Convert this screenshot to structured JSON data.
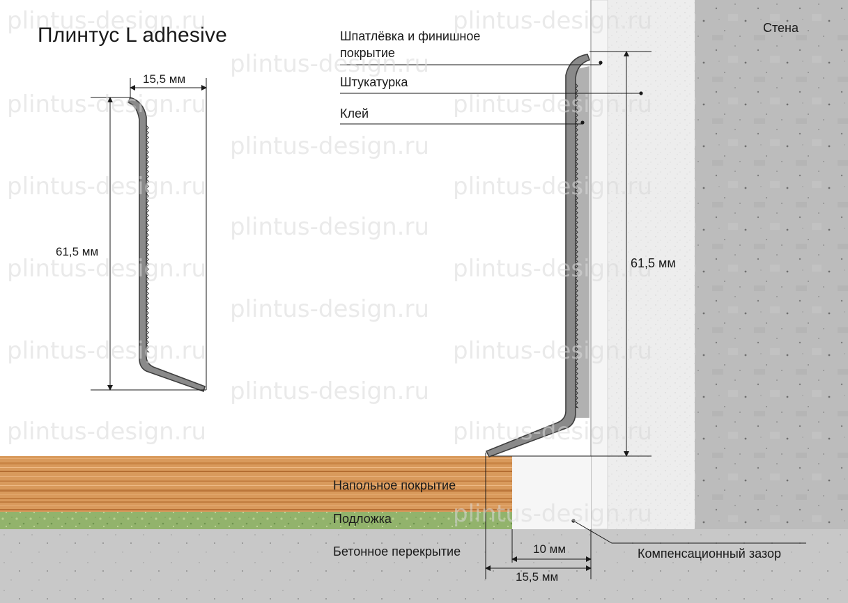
{
  "title": "Плинтус L adhesive",
  "watermark": "plintus-design.ru",
  "labels": {
    "putty_line1": "Шпатлёвка и финишное",
    "putty_line2": "покрытие",
    "plaster": "Штукатурка",
    "glue": "Клей",
    "wall": "Стена",
    "floor_covering": "Напольное покрытие",
    "underlay": "Подложка",
    "concrete_slab": "Бетонное перекрытие",
    "expansion_gap": "Компенсационный зазор"
  },
  "dimensions": {
    "profile_width": "15,5 мм",
    "profile_height": "61,5 мм",
    "installed_height": "61,5 мм",
    "gap_width": "10 мм",
    "base_width": "15,5 мм"
  },
  "colors": {
    "profile": "#8a8a8a",
    "profile_stroke": "#4a4a4a",
    "wall_concrete": "#b9b9b9",
    "plaster": "#ececec",
    "wood": "#d99a5c",
    "underlay": "#8fb06a",
    "slab": "#c7c7c7"
  }
}
